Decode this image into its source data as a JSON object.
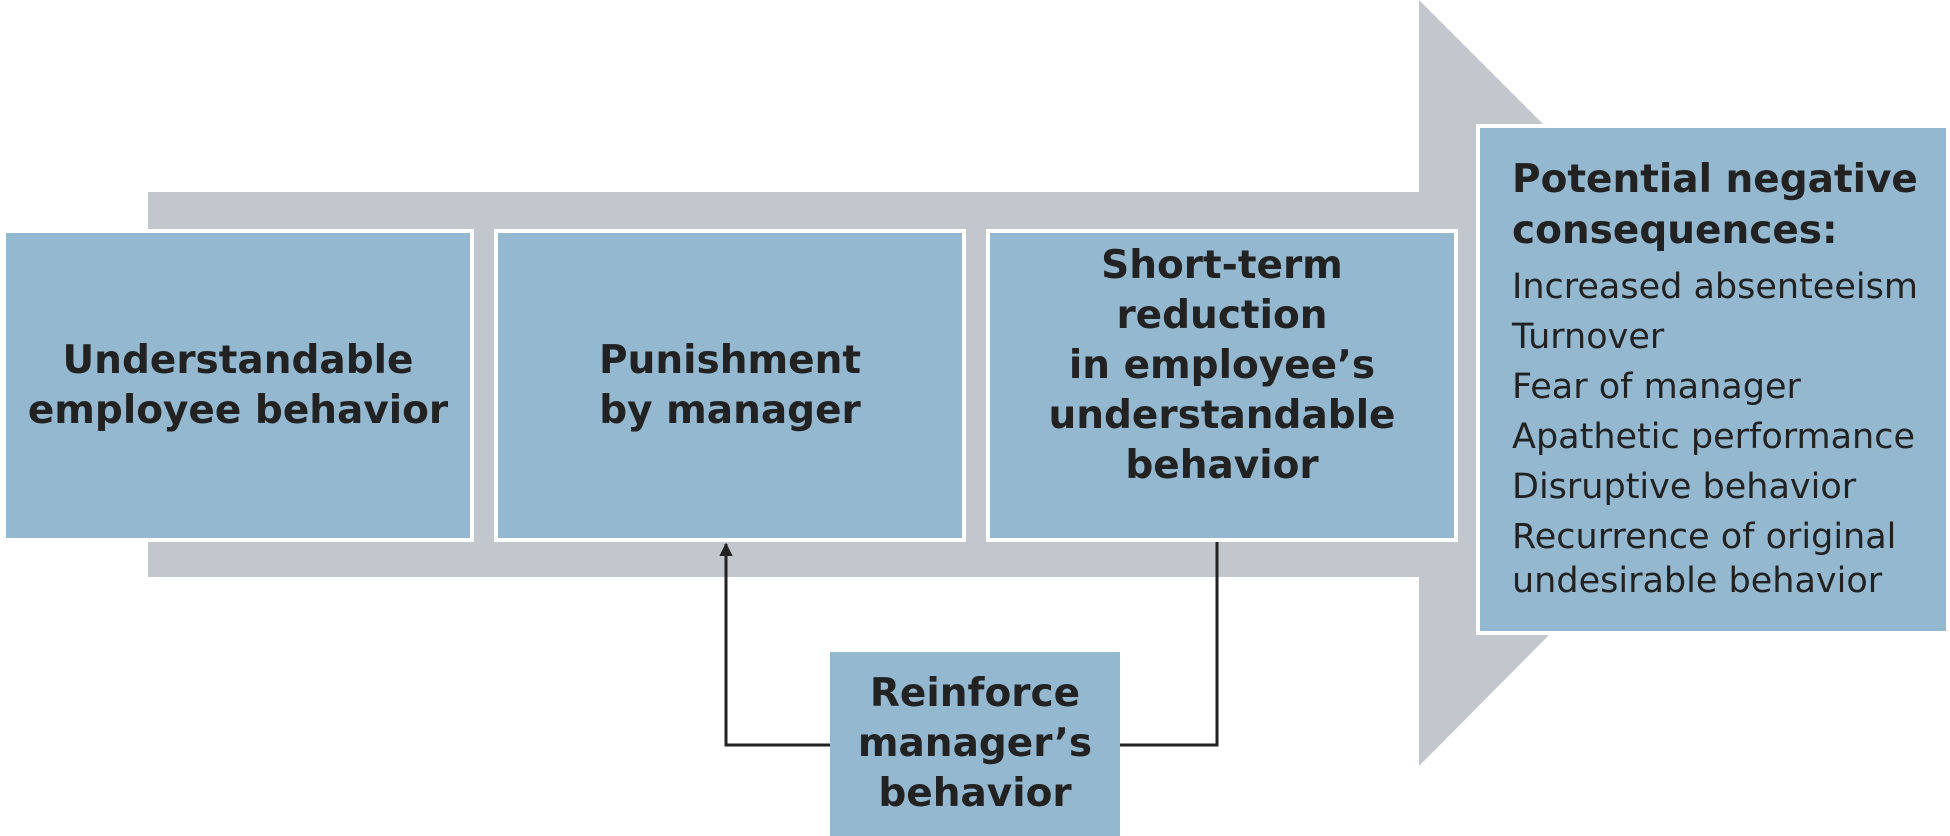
{
  "steps": [
    {
      "label": "Understandable\nemployee behavior"
    },
    {
      "label": "Punishment\nby manager"
    },
    {
      "label": "Short-term\nreduction\nin employee’s\nunderstandable\nbehavior"
    }
  ],
  "feedback": {
    "label": "Reinforce\nmanager’s\nbehavior"
  },
  "consequences": {
    "title": "Potential negative\nconsequences:",
    "items": [
      "Increased absenteeism",
      "Turnover",
      "Fear of manager",
      "Apathetic performance",
      "Disruptive behavior",
      "Recurrence of original\nundesirable behavior"
    ]
  },
  "colors": {
    "box_fill": "#94b8cf",
    "arrow_fill": "#c2c6cd",
    "connector": "#222222",
    "text": "#222222"
  }
}
